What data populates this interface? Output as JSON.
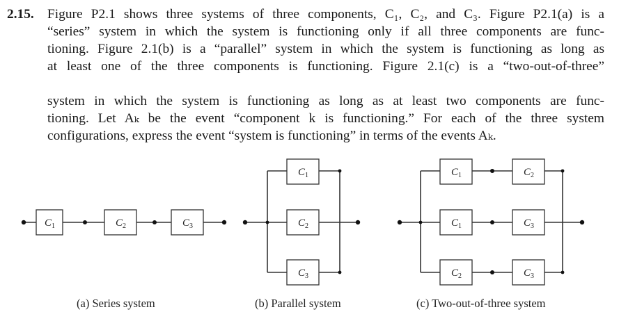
{
  "problem": {
    "number": "2.15.",
    "lines_block1": [
      "Figure P2.1 shows three systems of three components, C₁, C₂, and C₃. Figure P2.1(a) is a",
      "“series” system in which the system is functioning only if all three components are func-",
      "tioning. Figure 2.1(b) is a “parallel” system in which the system is functioning as long as",
      "at least one of the three components is functioning. Figure 2.1(c) is a “two-out-of-three”"
    ],
    "lines_block2": [
      "system in which the system is functioning as long as at least two components are func-",
      "tioning. Let Aₖ be the event “component k is functioning.” For each of the three system",
      "configurations, express the event “system is functioning” in terms of the events Aₖ."
    ]
  },
  "figure": {
    "component_letter": "C",
    "subscripts": [
      "1",
      "2",
      "3"
    ],
    "captions": {
      "series": "(a) Series system",
      "parallel": "(b) Parallel system",
      "two_of_three": "(c) Two-out-of-three system"
    }
  }
}
